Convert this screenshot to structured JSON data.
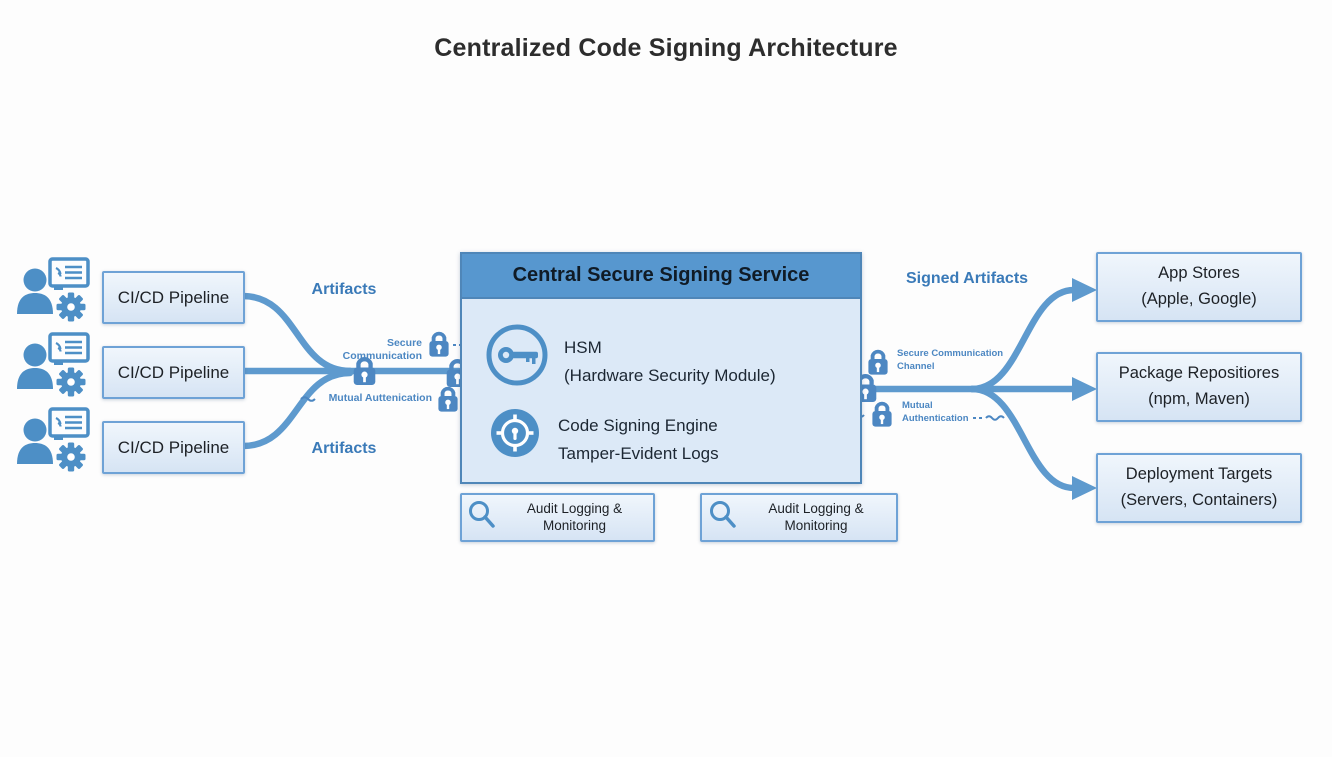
{
  "diagram": {
    "title": "Centralized Code Signing Architecture",
    "sources": [
      {
        "label": "CI/CD Pipeline"
      },
      {
        "label": "CI/CD Pipeline"
      },
      {
        "label": "CI/CD Pipeline"
      }
    ],
    "left_labels": {
      "artifacts_top": "Artifacts",
      "secure_communication": "Secure Communication",
      "mutual_authentication": "Mutual Auttenication",
      "artifacts_bottom": "Artifacts"
    },
    "central_service": {
      "header": "Central Secure Signing Service",
      "hsm": {
        "title": "HSM",
        "subtitle": "(Hardware Security Module)"
      },
      "engine": {
        "line1": "Code Signing Engine",
        "line2": "Tamper-Evident Logs"
      }
    },
    "right_labels": {
      "signed_artifacts": "Signed Artifacts",
      "secure_channel_line1": "Secure Communication",
      "secure_channel_line2": "Channel",
      "mutual_line1": "Mutual",
      "mutual_line2": "Authentication"
    },
    "audit_boxes": [
      {
        "line1": "Audit Logging &",
        "line2": "Monitoring"
      },
      {
        "line1": "Audit Logging &",
        "line2": "Monitoring"
      }
    ],
    "targets": [
      {
        "line1": "App Stores",
        "line2": "(Apple, Google)"
      },
      {
        "line1": "Package Repositiores",
        "line2": "(npm, Maven)"
      },
      {
        "line1": "Deployment Targets",
        "line2": "(Servers, Containers)"
      }
    ],
    "colors": {
      "primary_blue": "#5e9ace",
      "icon_blue": "#4d8fc6",
      "lock_blue": "#4d87c2",
      "label_blue": "#3a7ab8",
      "box_border": "#6ea2d6",
      "box_fill": "#e3edf8",
      "central_body_fill": "#dce9f7",
      "header_fill": "#5797cf",
      "text_dark": "#1d2126"
    }
  }
}
